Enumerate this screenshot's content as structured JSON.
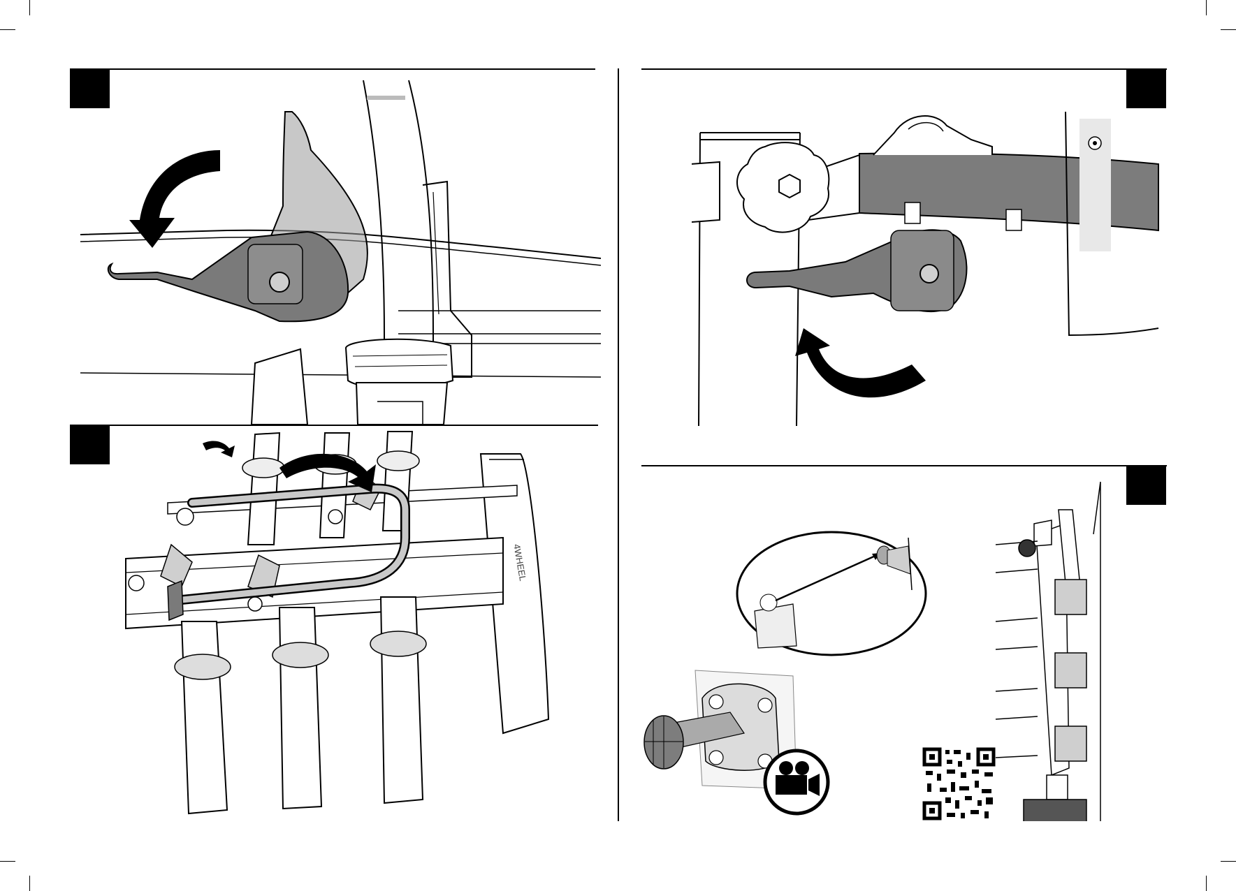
{
  "page": {
    "steps": [
      {
        "id": "step-a",
        "label": ""
      },
      {
        "id": "step-b",
        "label": ""
      },
      {
        "id": "step-c",
        "label": ""
      },
      {
        "id": "step-d",
        "label": ""
      }
    ],
    "brand_mark": "4WHEEL",
    "icons": {
      "rotate_ccw": "curved-arrow-down-icon",
      "rotate_cw": "curved-arrow-up-icon",
      "video": "video-camera-icon",
      "qr": "qr-code-icon"
    },
    "colors": {
      "ink": "#000000",
      "tube_fill": "#f2f2f2",
      "handle_fill": "#7a7a7a",
      "highlight_fill": "#d0d0d0"
    }
  }
}
